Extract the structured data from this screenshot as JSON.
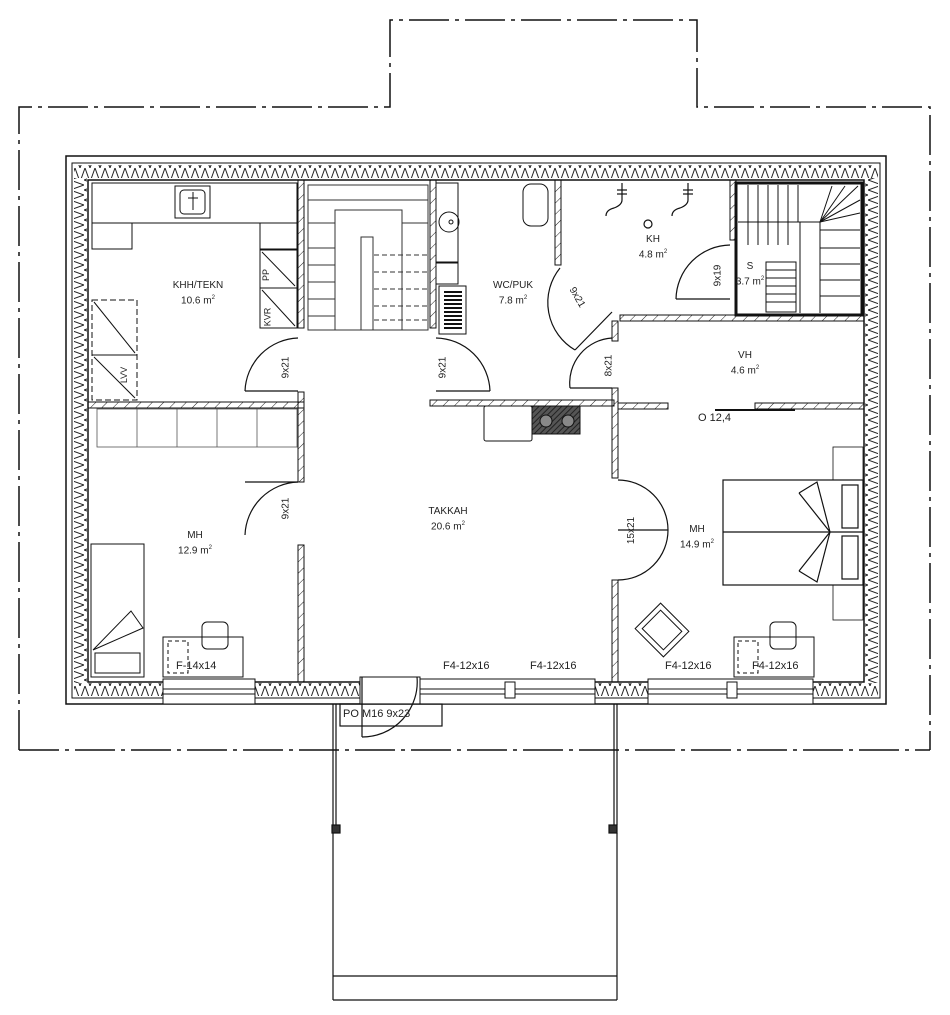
{
  "plan": {
    "rooms": [
      {
        "id": "khh",
        "name": "KHH/TEKN",
        "area": "10.6 m",
        "unit_sup": "2"
      },
      {
        "id": "wc",
        "name": "WC/PUK",
        "area": "7.8 m",
        "unit_sup": "2"
      },
      {
        "id": "kh",
        "name": "KH",
        "area": "4.8 m",
        "unit_sup": "2"
      },
      {
        "id": "s",
        "name": "S",
        "area": "3.7 m",
        "unit_sup": "2"
      },
      {
        "id": "vh",
        "name": "VH",
        "area": "4.6 m",
        "unit_sup": "2"
      },
      {
        "id": "mh1",
        "name": "MH",
        "area": "12.9 m",
        "unit_sup": "2"
      },
      {
        "id": "takkah",
        "name": "TAKKAH",
        "area": "20.6 m",
        "unit_sup": "2"
      },
      {
        "id": "mh2",
        "name": "MH",
        "area": "14.9 m",
        "unit_sup": "2"
      }
    ],
    "doors": [
      {
        "id": "d_khh",
        "label": "9x21"
      },
      {
        "id": "d_wc",
        "label": "9x21"
      },
      {
        "id": "d_kh",
        "label": "9x21"
      },
      {
        "id": "d_s",
        "label": "9x19"
      },
      {
        "id": "d_vh",
        "label": "8x21"
      },
      {
        "id": "d_mh1",
        "label": "9x21"
      },
      {
        "id": "d_mh2",
        "label": "15x21"
      },
      {
        "id": "d_entry",
        "label": "PO M16 9x23"
      }
    ],
    "windows": [
      {
        "id": "w1",
        "label": "F-14x14"
      },
      {
        "id": "w2",
        "label": "F4-12x16"
      },
      {
        "id": "w3",
        "label": "F4-12x16"
      },
      {
        "id": "w4",
        "label": "F4-12x16"
      },
      {
        "id": "w5",
        "label": "F4-12x16"
      }
    ],
    "equipment": [
      {
        "id": "pp",
        "label": "PP"
      },
      {
        "id": "kvr",
        "label": "KVR"
      },
      {
        "id": "lvv",
        "label": "LVV"
      }
    ],
    "closet_note": "O 12,4"
  }
}
